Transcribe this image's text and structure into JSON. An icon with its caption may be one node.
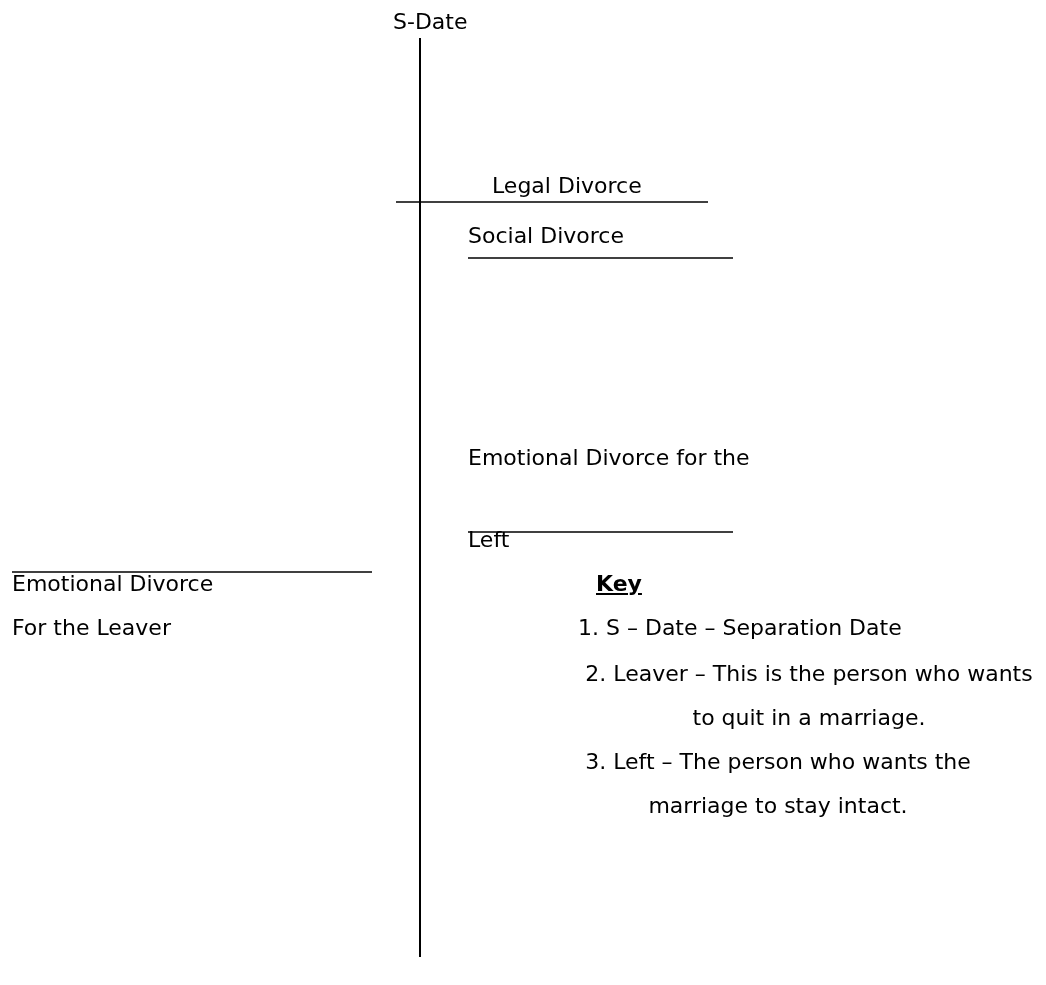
{
  "diagram": {
    "labels": [
      "S-Date",
      "Legal Divorce",
      "Social Divorce",
      "Emotional Divorce for the",
      "Left",
      "Emotional Divorce",
      "Key",
      "For the Leaver",
      "1. S – Date – Separation Date",
      "2. Leaver – This is the person who wants to quit in a marriage.",
      "3. Left – The person who wants the marriage to stay intact."
    ]
  }
}
